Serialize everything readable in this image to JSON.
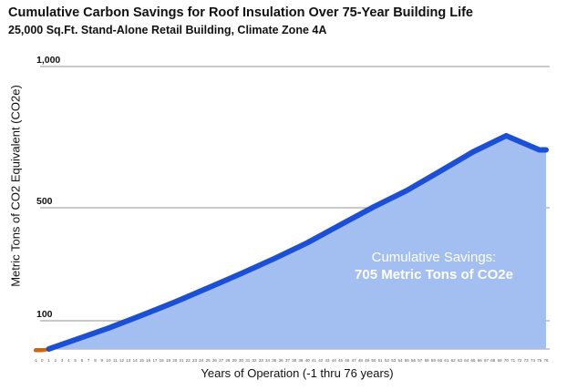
{
  "header": {
    "title": "Cumulative Carbon Savings for Roof Insulation Over 75-Year Building Life",
    "subtitle": "25,000 Sq.Ft. Stand-Alone Retail Building, Climate Zone 4A"
  },
  "chart_data": {
    "type": "area",
    "xlabel": "Years of Operation (-1 thru 76 years)",
    "ylabel": "Metric Tons of CO2 Equivalent (CO2e)",
    "ylim": [
      0,
      1000
    ],
    "xlim": [
      -1,
      76
    ],
    "y_ticks": [
      {
        "value": 1000,
        "label": "1,000"
      },
      {
        "value": 500,
        "label": "500"
      },
      {
        "value": 100,
        "label": "100"
      }
    ],
    "x_tick_labels": [
      "-1",
      "0",
      "1",
      "2",
      "3",
      "4",
      "5",
      "6",
      "7",
      "8",
      "9",
      "10",
      "11",
      "12",
      "13",
      "14",
      "15",
      "16",
      "17",
      "18",
      "19",
      "20",
      "21",
      "22",
      "23",
      "24",
      "25",
      "26",
      "27",
      "28",
      "29",
      "30",
      "31",
      "32",
      "33",
      "34",
      "35",
      "36",
      "37",
      "38",
      "39",
      "40",
      "41",
      "42",
      "43",
      "44",
      "45",
      "46",
      "47",
      "48",
      "49",
      "50",
      "51",
      "52",
      "53",
      "54",
      "55",
      "56",
      "57",
      "58",
      "59",
      "60",
      "61",
      "62",
      "63",
      "64",
      "65",
      "66",
      "67",
      "68",
      "69",
      "70",
      "71",
      "72",
      "73",
      "74",
      "75",
      "76"
    ],
    "series": [
      {
        "kind": "negative",
        "x": [
          -1,
          0,
          1
        ],
        "y": [
          -5,
          -5,
          0
        ],
        "color": "#c8690f"
      },
      {
        "kind": "cumulative",
        "x": [
          1,
          5,
          10,
          15,
          20,
          25,
          30,
          35,
          40,
          45,
          50,
          55,
          60,
          65,
          70,
          75,
          76
        ],
        "y": [
          0,
          33,
          74,
          119,
          166,
          216,
          267,
          320,
          376,
          440,
          503,
          561,
          629,
          698,
          755,
          705,
          705
        ],
        "color": "#1a4fd6",
        "fill": "#a3bff2"
      }
    ],
    "annotation": {
      "line1": "Cumulative Savings:",
      "line2": "705 Metric Tons of CO2e",
      "color": "#ffffff"
    },
    "grid": true
  }
}
